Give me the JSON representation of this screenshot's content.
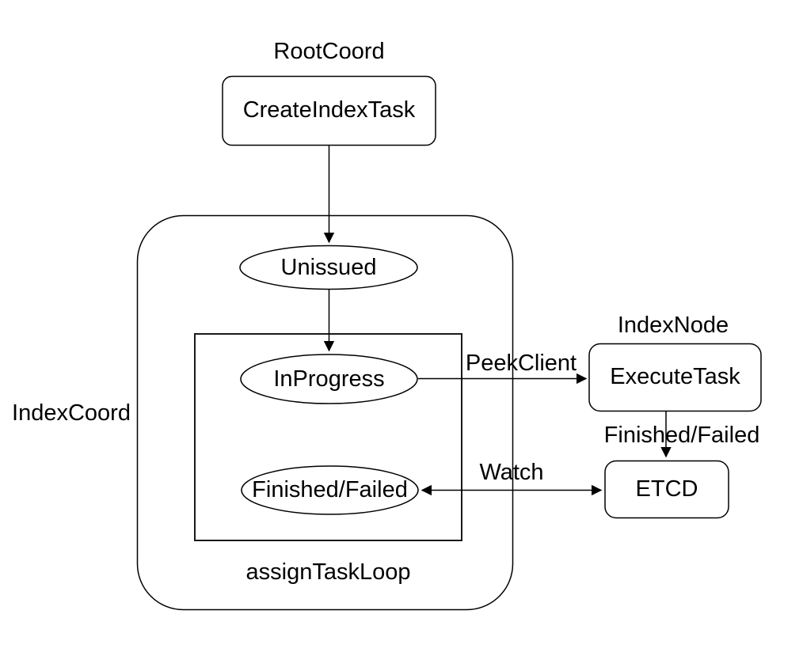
{
  "diagram": {
    "background_color": "#ffffff",
    "line_color": "#000000",
    "text_color": "#000000",
    "sections": {
      "root_coord": "RootCoord",
      "index_coord": "IndexCoord",
      "index_node": "IndexNode",
      "assign_task_loop": "assignTaskLoop"
    },
    "nodes": {
      "create_index_task": "CreateIndexTask",
      "unissued": "Unissued",
      "in_progress": "InProgress",
      "finished_failed": "Finished/Failed",
      "execute_task": "ExecuteTask",
      "etcd": "ETCD"
    },
    "edge_labels": {
      "peek_client": "PeekClient",
      "finished_failed": "Finished/Failed",
      "watch": "Watch"
    }
  }
}
